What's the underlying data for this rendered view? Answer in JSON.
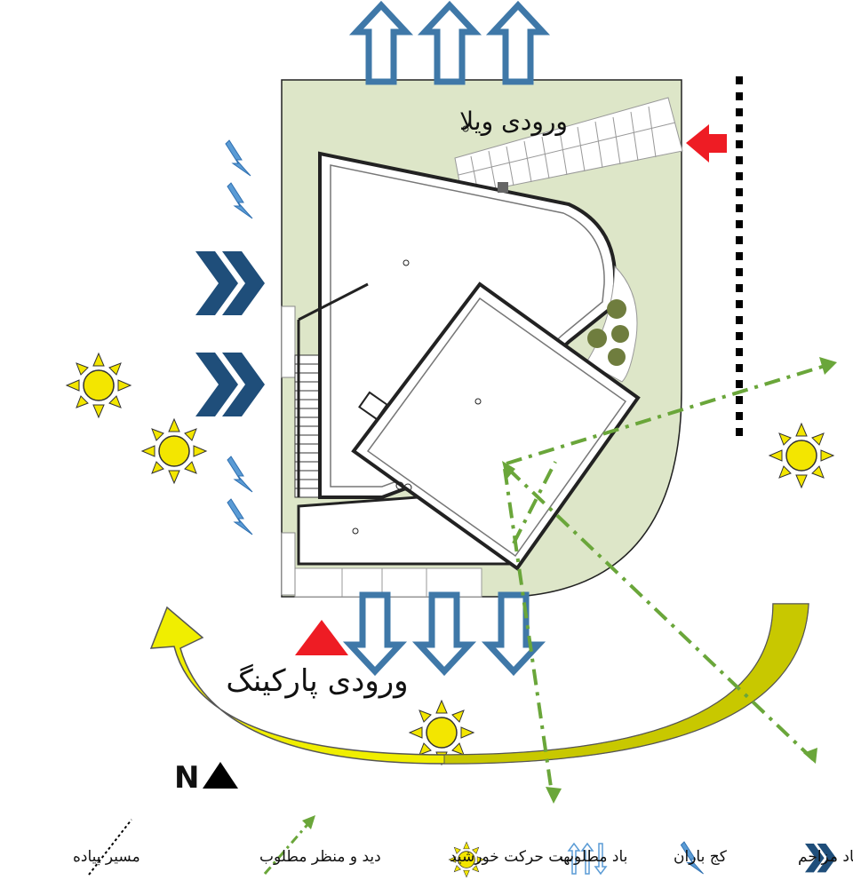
{
  "labels": {
    "villa_entrance": "ورودی ویلا",
    "parking_entrance": "ورودی پارکینگ",
    "north": "N"
  },
  "legend": [
    {
      "icon": "pedestrian-path-icon",
      "label": "مسیر پیاده"
    },
    {
      "icon": "view-arrow-icon",
      "label": "دید و منظر مطلوب"
    },
    {
      "icon": "sun-icon",
      "label": "جهت حرکت خورشید"
    },
    {
      "icon": "desired-wind-icon",
      "label": "باد مطلوب"
    },
    {
      "icon": "lightning-icon",
      "label": "کج باران"
    },
    {
      "icon": "chevron-wind-icon",
      "label": "باد مزاحم"
    }
  ],
  "colors": {
    "site_green": "#dde6c8",
    "wind_blue": "#3f78a8",
    "chevron_navy": "#1f4e7a",
    "rain_blue": "#5a9bd5",
    "sun_yellow": "#f3e600",
    "sun_path": "#f0ee00",
    "sun_path_dark": "#c8c800",
    "view_green": "#6aa63a",
    "entrance_red": "#ee1c24"
  }
}
